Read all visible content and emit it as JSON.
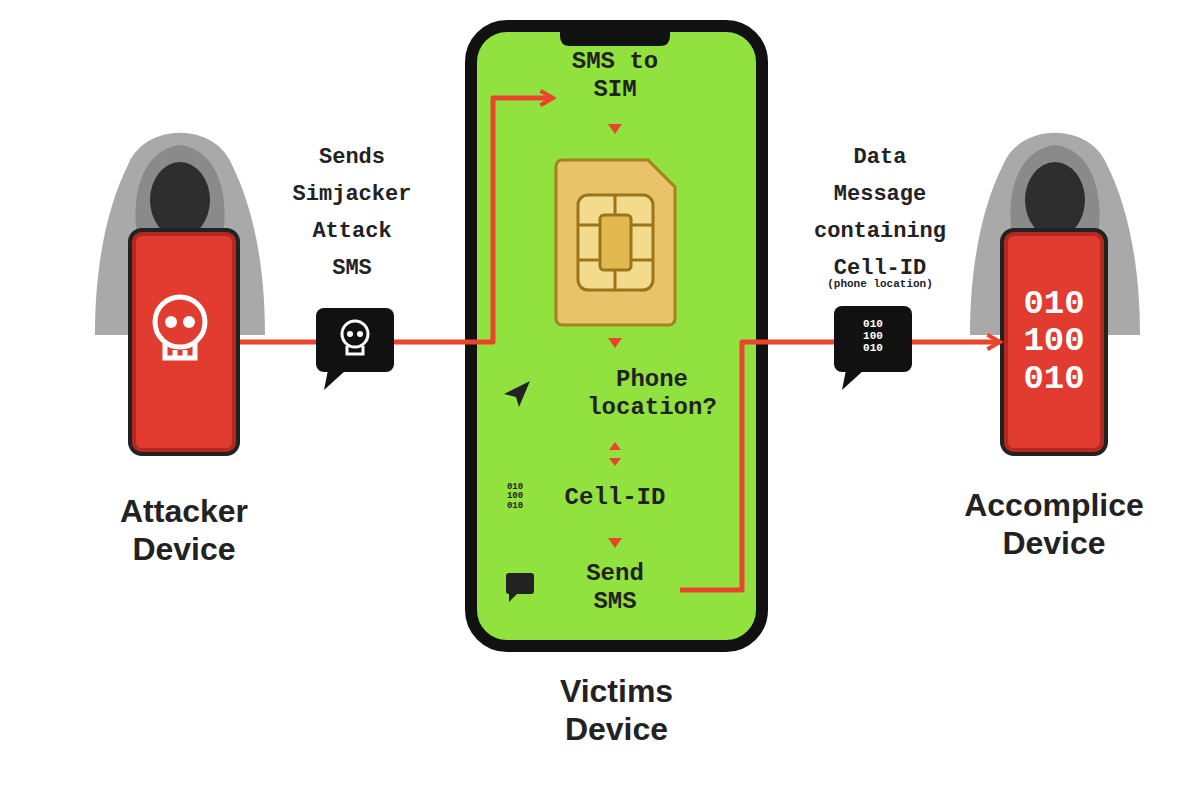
{
  "diagram": {
    "nodes": [
      {
        "text": [
          "Attacker Device"
        ]
      },
      {
        "text": [
          "Victims Device"
        ]
      },
      {
        "text": [
          "010 100 010",
          "Accomplice Device"
        ]
      }
    ],
    "edges": [
      {
        "from": 0,
        "to": 1,
        "arrow": "to",
        "label": "Sends Simjacker Attack SMS"
      },
      {
        "from": 1,
        "to": 2,
        "arrow": "to",
        "label": "Data Message containing Cell-ID"
      }
    ],
    "labels": [
      "SMS to SIM",
      "Phone location?",
      "Cell-ID",
      "Send SMS",
      "(phone location)",
      "010 100 010",
      "010 100 010"
    ]
  }
}
